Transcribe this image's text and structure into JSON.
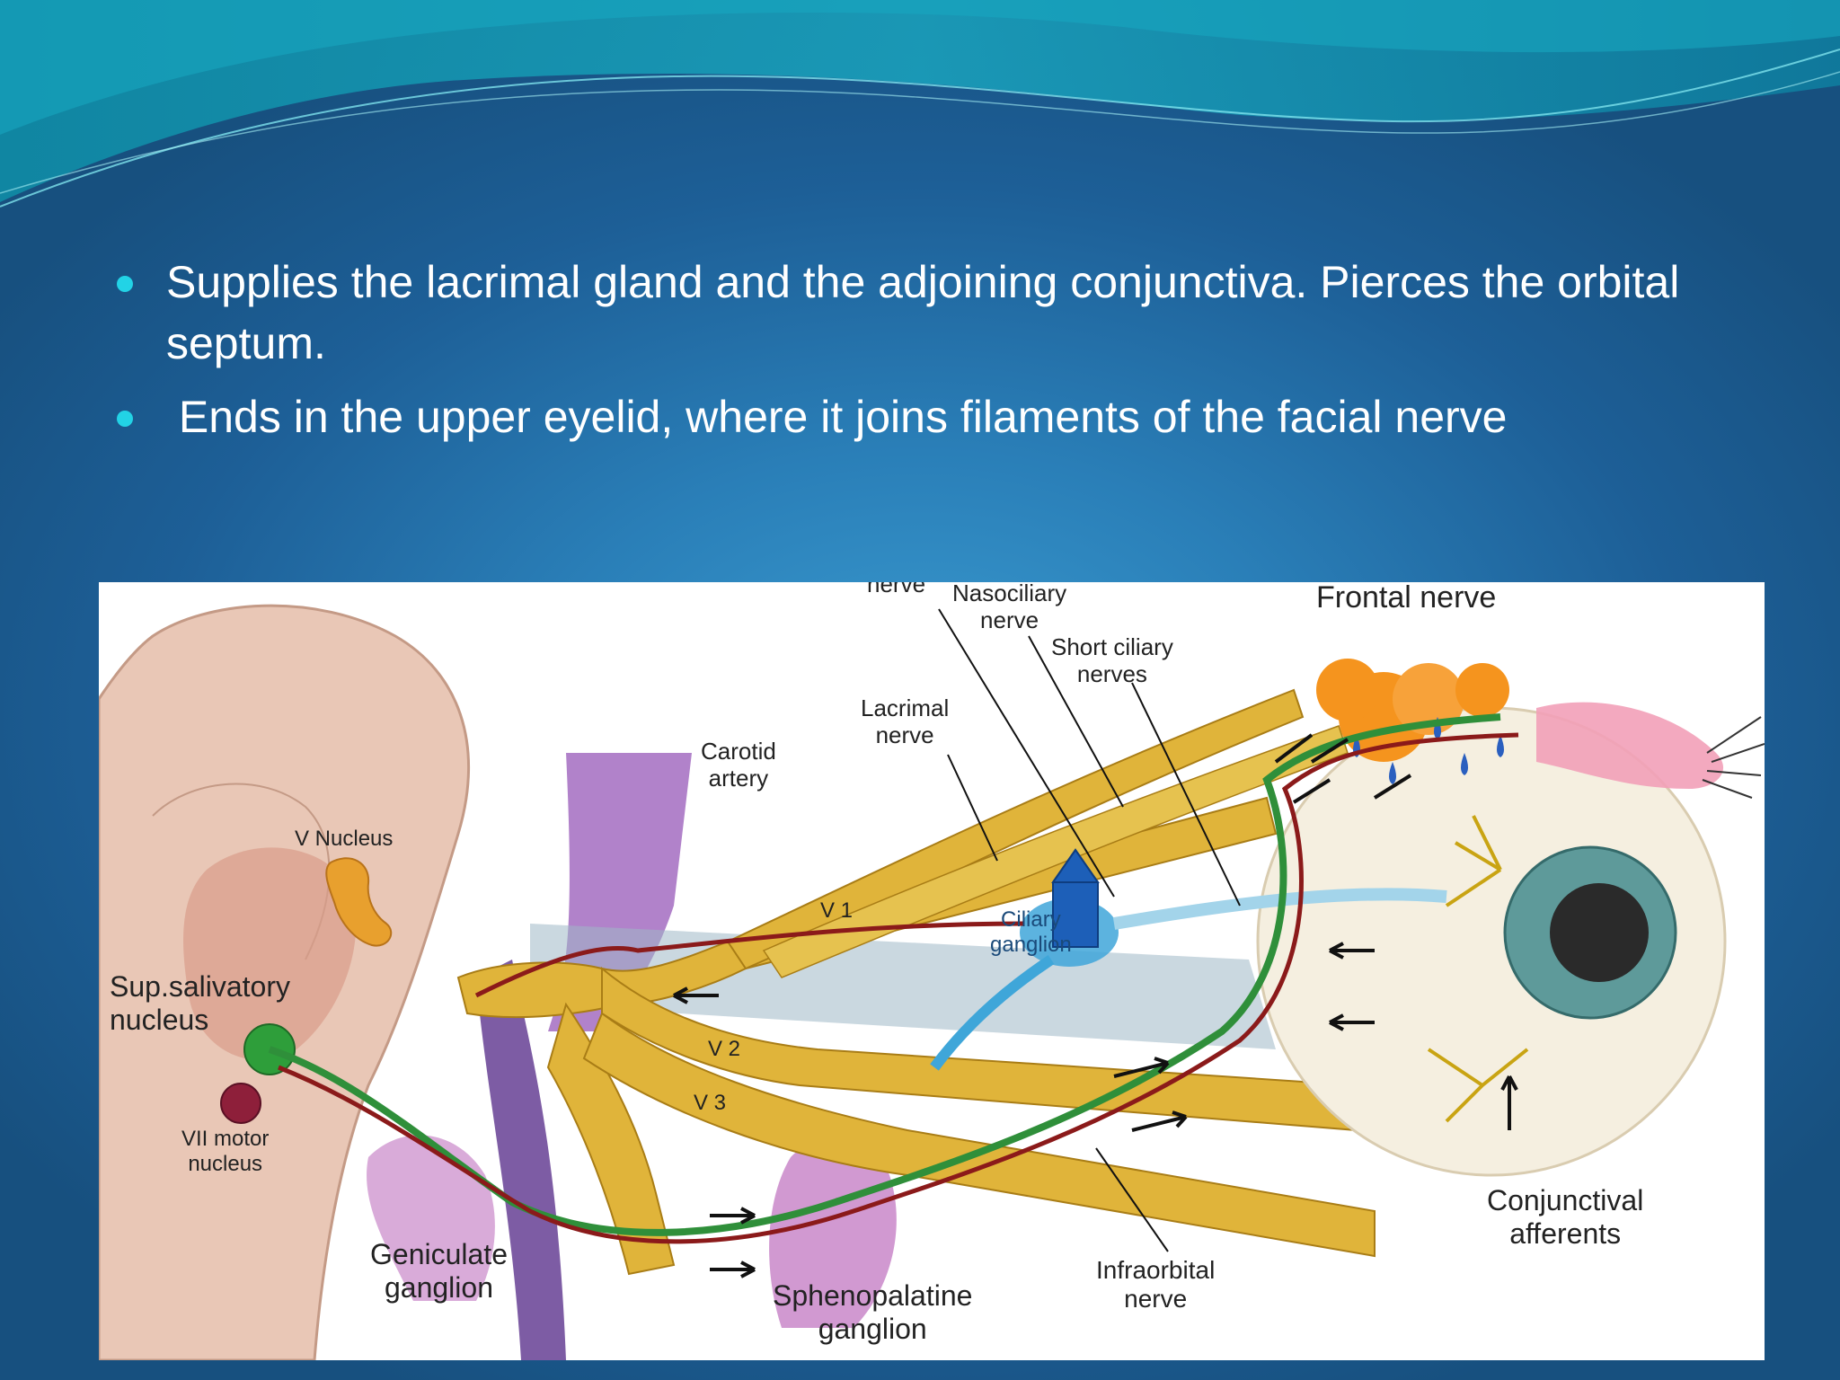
{
  "bullets": [
    "Supplies the lacrimal gland and the adjoining conjunctiva. Pierces the orbital septum.",
    " Ends in the upper eyelid, where it joins filaments of the facial nerve"
  ],
  "figure": {
    "labels": {
      "nerve_top": "nerve",
      "nasociliary": "Nasociliary\nnerve",
      "frontal": "Frontal nerve",
      "short_ciliary": "Short ciliary\nnerves",
      "lacrimal": "Lacrimal\nnerve",
      "carotid": "Carotid\nartery",
      "v_nucleus": "V Nucleus",
      "v1": "V 1",
      "ciliary_ganglion": "Ciliary\nganglion",
      "sup_salivatory": "Sup.salivatory\nnucleus",
      "v2": "V 2",
      "v3": "V 3",
      "vii_motor": "VII motor\nnucleus",
      "geniculate": "Geniculate\nganglion",
      "sphenopalatine": "Sphenopalatine\nganglion",
      "infraorbital": "Infraorbital\nnerve",
      "conjunctival": "Conjunctival\nafferents"
    }
  },
  "colors": {
    "bullet_dot": "#22d3e6",
    "nerve_yellow": "#e0b43a",
    "parasympathetic_green": "#2f8f3a",
    "artery_red": "#8b1a1a",
    "highlight_arrow": "#1d5fb8"
  }
}
